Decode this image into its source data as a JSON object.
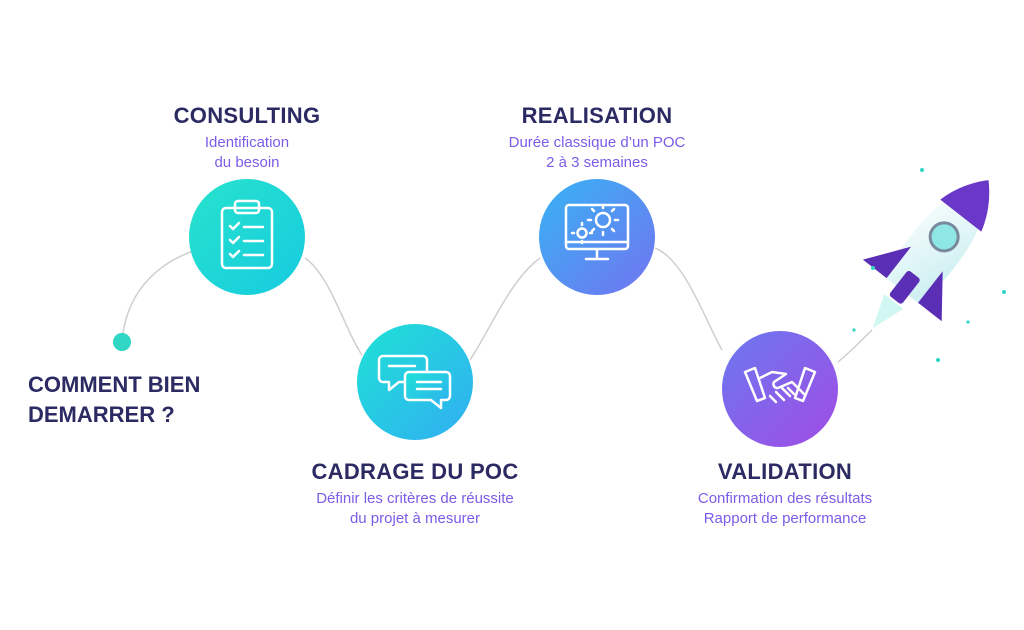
{
  "intro": {
    "line1": "COMMENT BIEN",
    "line2": "DEMARRER ?"
  },
  "steps": [
    {
      "title": "CONSULTING",
      "lines": [
        "Identification",
        "du besoin"
      ],
      "icon": "clipboard-checklist-icon"
    },
    {
      "title": "CADRAGE DU POC",
      "lines": [
        "Définir les critères de réussite",
        "du projet à mesurer"
      ],
      "icon": "chat-bubbles-icon"
    },
    {
      "title": "REALISATION",
      "lines": [
        "Durée classique d’un POC",
        "2 à 3 semaines"
      ],
      "icon": "monitor-gears-icon"
    },
    {
      "title": "VALIDATION",
      "lines": [
        "Confirmation des résultats",
        "Rapport de performance"
      ],
      "icon": "handshake-icon"
    }
  ],
  "colors": {
    "title": "#2b2a63",
    "subtitle": "#7b5ce8",
    "start_dot": "#2fd6c3",
    "consulting": [
      "#24e0d0",
      "#1ad1dc"
    ],
    "cadrage": [
      "#20d8dc",
      "#2bb6f0"
    ],
    "realisation": [
      "#3ea8f4",
      "#6a7cf2"
    ],
    "validation": [
      "#7a66ee",
      "#9a4fe6"
    ],
    "rocket_fin": "#5b2fb5",
    "path": "#cfcfcf"
  }
}
